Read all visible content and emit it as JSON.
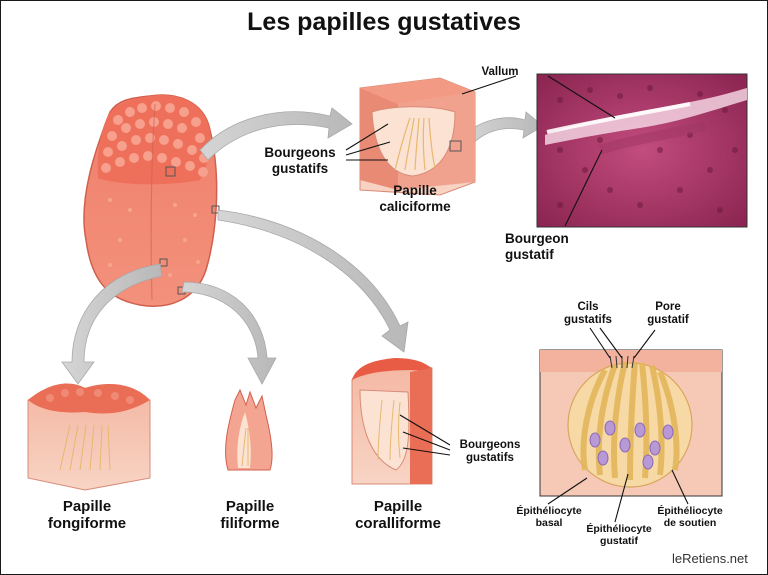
{
  "title": "Les papilles gustatives",
  "labels": {
    "vallum": "Vallum",
    "bourgeons_gustatifs_top": [
      "Bourgeons",
      "gustatifs"
    ],
    "papille_caliciforme": [
      "Papille",
      "caliciforme"
    ],
    "bourgeon_gustatif": [
      "Bourgeon",
      "gustatif"
    ],
    "papille_fongiforme": [
      "Papille",
      "fongiforme"
    ],
    "papille_filiforme": [
      "Papille",
      "filiforme"
    ],
    "papille_coralliforme": [
      "Papille",
      "coralliforme"
    ],
    "bourgeons_gustatifs_bottom": [
      "Bourgeons",
      "gustatifs"
    ],
    "cils_gustatifs": [
      "Cils",
      "gustatifs"
    ],
    "pore_gustatif": [
      "Pore",
      "gustatif"
    ],
    "epitheliocyte_basal": [
      "Épithéliocyte",
      "basal"
    ],
    "epitheliocyte_gustatif": [
      "Épithéliocyte",
      "gustatif"
    ],
    "epitheliocyte_soutien": [
      "Épithéliocyte",
      "de soutien"
    ]
  },
  "credit": "leRetiens.net"
}
